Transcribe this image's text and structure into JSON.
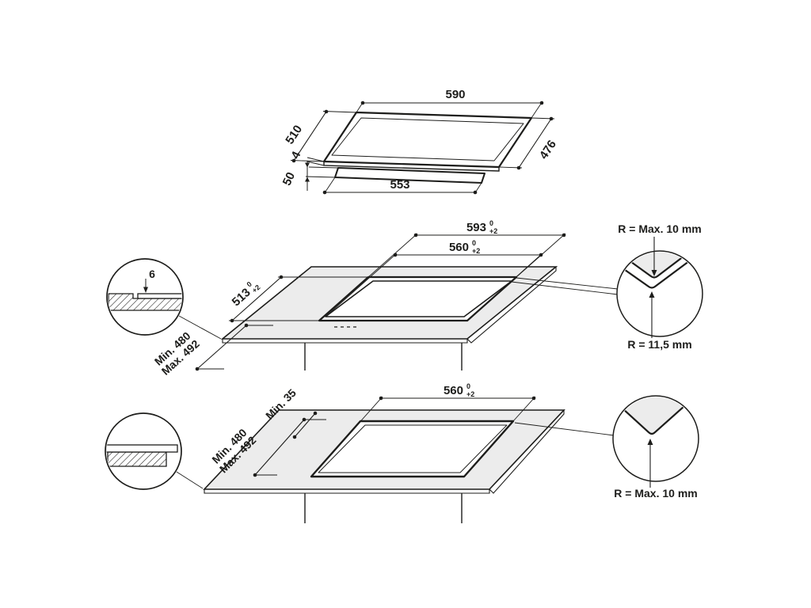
{
  "colors": {
    "background": "#ffffff",
    "line": "#1d1d1b",
    "counter": "#ececec"
  },
  "hob": {
    "top_width": "590",
    "left_depth": "510",
    "right_depth": "476",
    "glass_thickness": "4",
    "body_height": "50",
    "body_width": "553"
  },
  "flush": {
    "outer_width": "593",
    "outer_tol_top": "0",
    "outer_tol_bottom": "+2",
    "inner_width": "560",
    "inner_tol_top": "0",
    "inner_tol_bottom": "+2",
    "depth": "513",
    "depth_tol_top": "0",
    "depth_tol_bottom": "+2",
    "cabinet_min": "Min. 480",
    "cabinet_max": "Max. 492",
    "rebate_depth": "6",
    "radius_top": "R = Max. 10 mm",
    "radius_bottom": "R = 11,5 mm"
  },
  "overlay": {
    "inner_width": "560",
    "inner_tol_top": "0",
    "inner_tol_bottom": "+2",
    "clearance": "Min. 35",
    "cabinet_min": "Min. 480",
    "cabinet_max": "Max. 492",
    "radius": "R = Max. 10 mm"
  }
}
